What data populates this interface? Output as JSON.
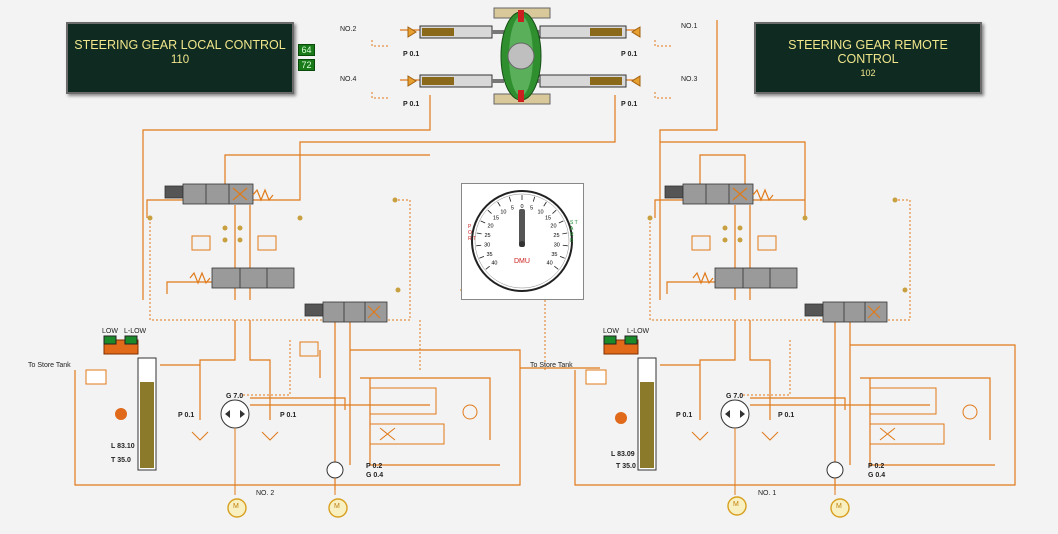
{
  "local_panel": {
    "title": "STEERING GEAR LOCAL CONTROL",
    "value": "110",
    "indicator_1": "64",
    "indicator_2": "72"
  },
  "remote_panel": {
    "title": "STEERING GEAR REMOTE CONTROL",
    "value": "102"
  },
  "rams": [
    {
      "id": "NO.1",
      "pressure": "P 0.1"
    },
    {
      "id": "NO.2",
      "pressure": "P 0.1"
    },
    {
      "id": "NO.3",
      "pressure": "P 0.1"
    },
    {
      "id": "NO.4",
      "pressure": "P 0.1"
    }
  ],
  "rudder_gauge": {
    "label": "DMU",
    "left_text": "P O R T",
    "right_text": "S T A R B",
    "left_ticks": [
      "0",
      "5",
      "10",
      "15",
      "20",
      "25",
      "30",
      "35",
      "40"
    ],
    "right_ticks": [
      "5",
      "10",
      "15",
      "20",
      "25",
      "30",
      "35",
      "40"
    ]
  },
  "unit_left": {
    "name": "NO. 2",
    "tank_low": "LOW",
    "tank_llow": "L-LOW",
    "store_tank": "To Store Tank",
    "level": "L 83.10",
    "temp": "T 35.0",
    "pump_gauge": "G 7.0",
    "suction_left": "P 0.1",
    "suction_right": "P 0.1",
    "aux_pressure": "P 0.2",
    "aux_gauge": "G 0.4",
    "motor": "M",
    "tank_level_frac": 0.8
  },
  "unit_right": {
    "name": "NO. 1",
    "tank_low": "LOW",
    "tank_llow": "L-LOW",
    "store_tank": "To Store Tank",
    "level": "L 83.09",
    "temp": "T 35.0",
    "pump_gauge": "G 7.0",
    "suction_left": "P 0.1",
    "suction_right": "P 0.1",
    "aux_pressure": "P 0.2",
    "aux_gauge": "G 0.4",
    "motor": "M",
    "tank_level_frac": 0.8
  },
  "colors": {
    "pipe": "#e07a1a",
    "panel_bg": "#0f2a20",
    "panel_text": "#f0e68c",
    "indicator": "#1a7a1a",
    "tank_fill": "#8a7a2a"
  }
}
